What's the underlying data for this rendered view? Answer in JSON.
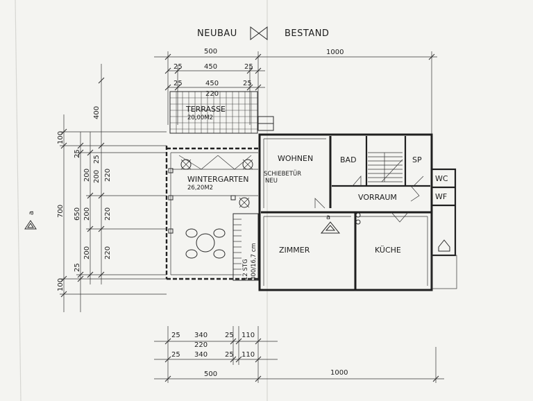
{
  "header": {
    "left": "NEUBAU",
    "right": "BESTAND"
  },
  "rooms": {
    "terrasse": "TERRASSE",
    "terrasse_area": "20,00M2",
    "wintergarten": "WINTERGARTEN",
    "wintergarten_area": "26,20M2",
    "wohnen": "WOHNEN",
    "bad": "BAD",
    "sp": "SP",
    "vorraum": "VORRAUM",
    "wc": "WC",
    "wf": "WF",
    "zimmer": "ZIMMER",
    "kueche": "KÜCHE"
  },
  "notes": {
    "schiebetuer_1": "SCHIEBETÜR",
    "schiebetuer_2": "NEU",
    "stairs_1": "12 STG",
    "stairs_2": "300/16,7 cm"
  },
  "section_marks": {
    "left": "a",
    "center": "a"
  },
  "dimensions": {
    "top_row1": [
      "500",
      "1000"
    ],
    "top_row2": [
      "25",
      "450",
      "25"
    ],
    "top_row3": [
      "25",
      "450",
      "25"
    ],
    "top_row3_sub": "220",
    "bottom_row1": [
      "25",
      "340",
      "25",
      "110"
    ],
    "bottom_row1_sub": "220",
    "bottom_row2": [
      "25",
      "340",
      "25",
      "110"
    ],
    "bottom_row3": [
      "500",
      "1000"
    ],
    "left_col1": [
      "100",
      "700",
      "100"
    ],
    "left_col2": [
      "25",
      "650",
      "25"
    ],
    "left_col3": [
      "200",
      "200",
      "200"
    ],
    "left_col4": [
      "400",
      "220",
      "220",
      "220"
    ]
  }
}
